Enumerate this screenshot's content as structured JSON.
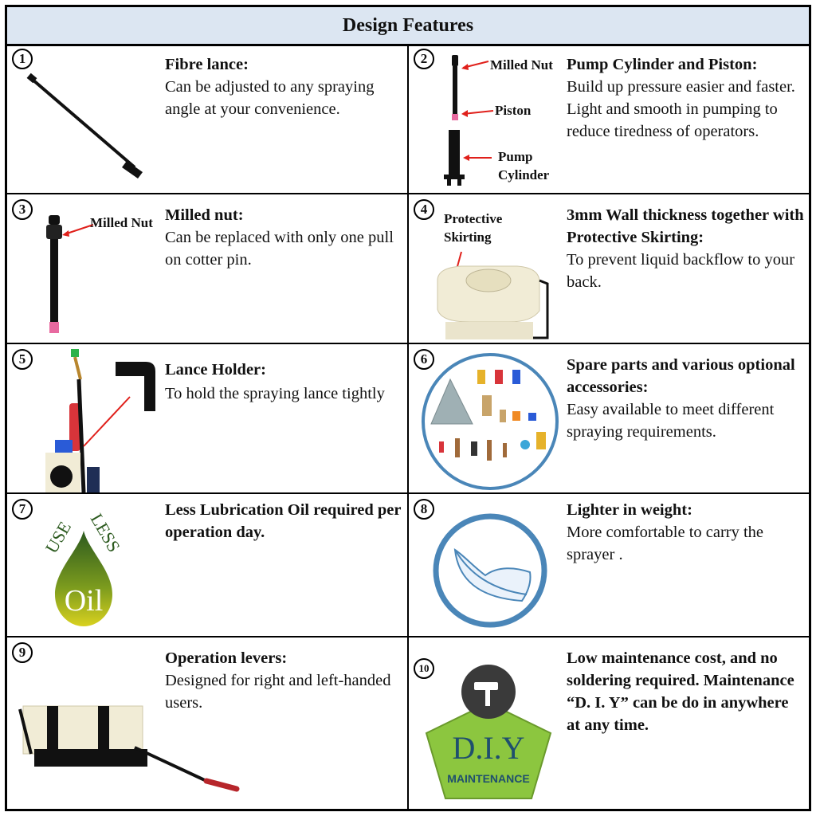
{
  "header": {
    "title": "Design Features"
  },
  "features": [
    {
      "num": "1",
      "title": "Fibre lance:",
      "desc": "Can be adjusted to any spraying angle at your convenience."
    },
    {
      "num": "2",
      "title": "Pump Cylinder and Piston:",
      "desc": "Build up pressure easier and faster. Light and smooth in pumping to reduce tiredness of operators.",
      "labels": {
        "nut": "Milled Nut",
        "piston": "Piston",
        "cyl1": "Pump",
        "cyl2": "Cylinder"
      }
    },
    {
      "num": "3",
      "title": "Milled nut:",
      "desc": "Can be replaced with only one pull on cotter pin.",
      "labels": {
        "nut": "Milled Nut"
      }
    },
    {
      "num": "4",
      "title": "3mm Wall thickness together with Protective Skirting:",
      "desc": "To prevent liquid backflow to your back.",
      "labels": {
        "skirt1": "Protective",
        "skirt2": "Skirting"
      }
    },
    {
      "num": "5",
      "title": "Lance Holder:",
      "desc": "To hold the spraying lance tightly"
    },
    {
      "num": "6",
      "title": "Spare parts and various optional accessories:",
      "desc": "Easy available to meet different spraying requirements."
    },
    {
      "num": "7",
      "title": "Less Lubrication Oil required per operation day.",
      "desc": "",
      "logo": {
        "use": "USE",
        "less": "LESS",
        "oil": "Oil"
      }
    },
    {
      "num": "8",
      "title": "Lighter in weight:",
      "desc": "More comfortable to carry the sprayer ."
    },
    {
      "num": "9",
      "title": "Operation levers:",
      "desc": "Designed for right and left-handed users."
    },
    {
      "num": "10",
      "title": "Low maintenance cost, and no soldering required. Maintenance “D. I. Y” can be do in anywhere at any time.",
      "desc": "",
      "logo": {
        "diy": "D.I.Y",
        "maintenance": "MAINTENANCE"
      }
    }
  ],
  "colors": {
    "header_bg": "#dce6f2",
    "arrow": "#e0201b",
    "ring": "#4a86b8",
    "diy_green": "#8cc63f"
  }
}
